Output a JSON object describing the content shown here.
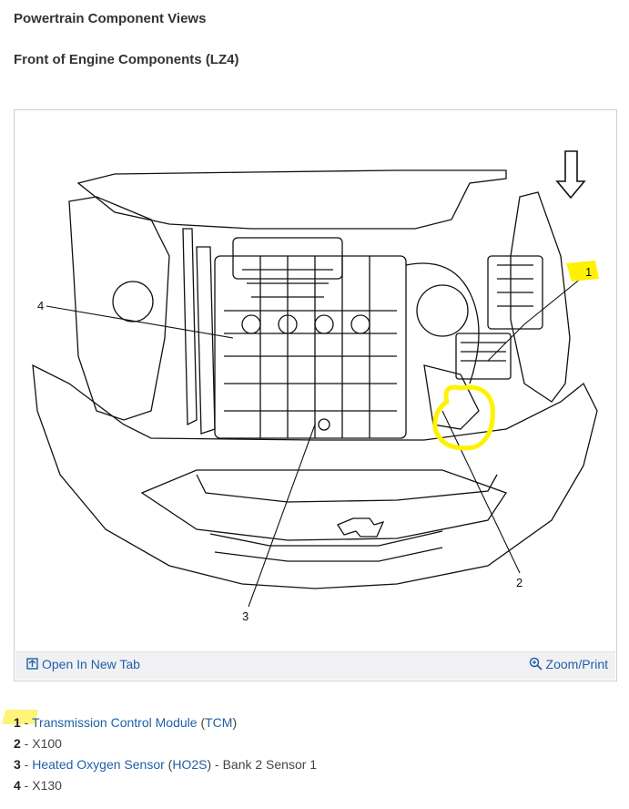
{
  "page": {
    "title": "Powertrain Component Views",
    "subtitle": "Front of Engine Components (LZ4)"
  },
  "figure": {
    "callouts": [
      "1",
      "2",
      "3",
      "4"
    ],
    "open_label": "Open In New Tab",
    "zoom_label": "Zoom/Print",
    "open_icon": "external-tab-icon",
    "zoom_icon": "magnifier-plus-icon",
    "highlight_color": "#fff200"
  },
  "legend": [
    {
      "num": "1",
      "sep": " - ",
      "link": "Transmission Control Module",
      "paren_open": " (",
      "abbr": "TCM",
      "paren_close": ")",
      "suffix": ""
    },
    {
      "num": "2",
      "sep": " - ",
      "text": "X100"
    },
    {
      "num": "3",
      "sep": " - ",
      "link": "Heated Oxygen Sensor",
      "paren_open": " (",
      "abbr": "HO2S",
      "paren_close": ")",
      "suffix": " - Bank 2 Sensor 1"
    },
    {
      "num": "4",
      "sep": " - ",
      "text": "X130"
    }
  ],
  "colors": {
    "link": "#1f5fa8",
    "toolbar_bg": "#f1f1f3"
  }
}
